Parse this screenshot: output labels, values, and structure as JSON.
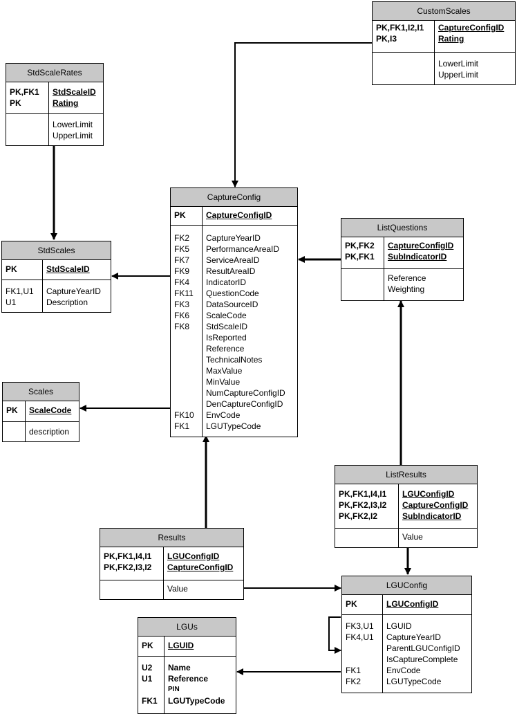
{
  "entities": {
    "custom_scales": {
      "title": "CustomScales",
      "pk_keys": [
        "PK,FK1,I2,I1",
        "PK,I3"
      ],
      "pk_attrs": [
        "CaptureConfigID",
        "Rating"
      ],
      "keys": [
        "",
        ""
      ],
      "attrs": [
        "LowerLimit",
        "UpperLimit"
      ]
    },
    "std_scale_rates": {
      "title": "StdScaleRates",
      "pk_keys": [
        "PK,FK1",
        "PK"
      ],
      "pk_attrs": [
        "StdScaleID",
        "Rating"
      ],
      "keys": [
        "",
        ""
      ],
      "attrs": [
        "LowerLimit",
        "UpperLimit"
      ]
    },
    "capture_config": {
      "title": "CaptureConfig",
      "pk_keys": [
        "PK"
      ],
      "pk_attrs": [
        "CaptureConfigID"
      ],
      "keys": [
        "FK2",
        "FK5",
        "FK7",
        "FK9",
        "FK4",
        "FK11",
        "FK3",
        "FK6",
        "FK8",
        "",
        "",
        "",
        "",
        "",
        "",
        "",
        "FK10",
        "FK1"
      ],
      "attrs": [
        "CaptureYearID",
        "PerformanceAreaID",
        "ServiceAreaID",
        "ResultAreaID",
        "IndicatorID",
        "QuestionCode",
        "DataSourceID",
        "ScaleCode",
        "StdScaleID",
        "IsReported",
        "Reference",
        "TechnicalNotes",
        "MaxValue",
        "MinValue",
        "NumCaptureConfigID",
        "DenCaptureConfigID",
        "EnvCode",
        "LGUTypeCode"
      ]
    },
    "std_scales": {
      "title": "StdScales",
      "pk_keys": [
        "PK"
      ],
      "pk_attrs": [
        "StdScaleID"
      ],
      "keys": [
        "FK1,U1",
        "U1"
      ],
      "attrs": [
        "CaptureYearID",
        "Description"
      ]
    },
    "list_questions": {
      "title": "ListQuestions",
      "pk_keys": [
        "PK,FK2",
        "PK,FK1"
      ],
      "pk_attrs": [
        "CaptureConfigID",
        "SubIndicatorID"
      ],
      "keys": [
        "",
        ""
      ],
      "attrs": [
        "Reference",
        "Weighting"
      ]
    },
    "scales": {
      "title": "Scales",
      "pk_keys": [
        "PK"
      ],
      "pk_attrs": [
        "ScaleCode"
      ],
      "keys": [
        ""
      ],
      "attrs": [
        "description"
      ]
    },
    "list_results": {
      "title": "ListResults",
      "pk_keys": [
        "PK,FK1,I4,I1",
        "PK,FK2,I3,I2",
        "PK,FK2,I2"
      ],
      "pk_attrs": [
        "LGUConfigID",
        "CaptureConfigID",
        "SubIndicatorID"
      ],
      "keys": [
        ""
      ],
      "attrs": [
        "Value"
      ]
    },
    "results": {
      "title": "Results",
      "pk_keys": [
        "PK,FK1,I4,I1",
        "PK,FK2,I3,I2"
      ],
      "pk_attrs": [
        "LGUConfigID",
        "CaptureConfigID"
      ],
      "keys": [
        ""
      ],
      "attrs": [
        "Value"
      ]
    },
    "lgu_config": {
      "title": "LGUConfig",
      "pk_keys": [
        "PK"
      ],
      "pk_attrs": [
        "LGUConfigID"
      ],
      "keys": [
        "FK3,U1",
        "FK4,U1",
        "",
        "",
        "FK1",
        "FK2"
      ],
      "attrs": [
        "LGUID",
        "CaptureYearID",
        "ParentLGUConfigID",
        "IsCaptureComplete",
        "EnvCode",
        "LGUTypeCode"
      ]
    },
    "lgus": {
      "title": "LGUs",
      "pk_keys": [
        "PK"
      ],
      "pk_attrs": [
        "LGUID"
      ],
      "keys": [
        "U2",
        "U1",
        "",
        "FK1"
      ],
      "attrs": [
        "Name",
        "Reference",
        "PIN",
        "LGUTypeCode"
      ]
    }
  }
}
